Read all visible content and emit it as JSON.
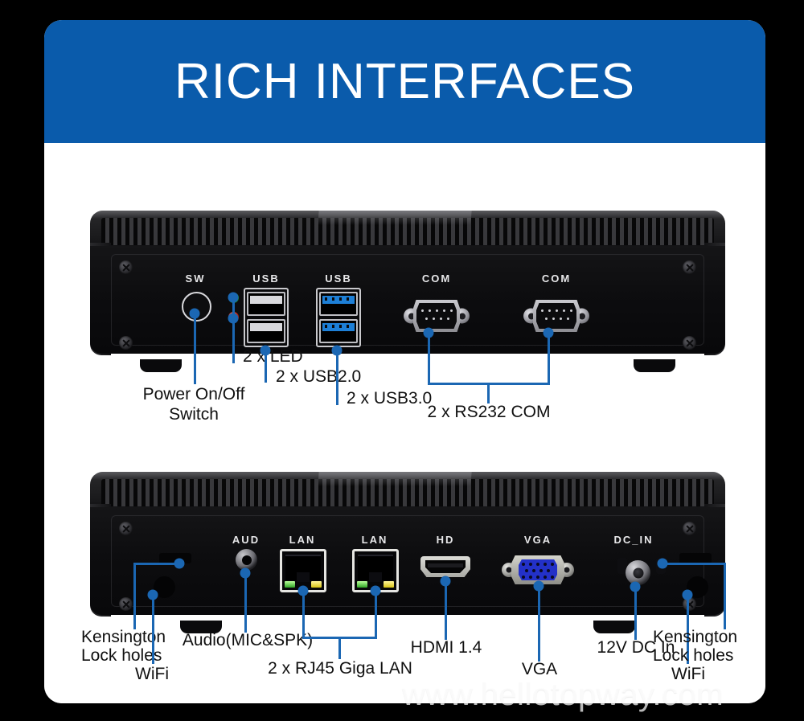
{
  "page": {
    "background_color": "#000000",
    "card_background": "#ffffff",
    "accent_color": "#0a5bab",
    "callout_color": "#1b67b3"
  },
  "header": {
    "title": "RICH INTERFACES",
    "background_color": "#0a5bab",
    "text_color": "#ffffff"
  },
  "watermark": {
    "text": "www.hellotopway.com"
  },
  "front_panel": {
    "name": "front-panel",
    "port_labels": [
      {
        "id": "sw",
        "text": "SW"
      },
      {
        "id": "usb2",
        "text": "USB"
      },
      {
        "id": "usb3",
        "text": "USB"
      },
      {
        "id": "com1",
        "text": "COM"
      },
      {
        "id": "com2",
        "text": "COM"
      }
    ],
    "callouts": [
      {
        "id": "power-switch",
        "text": "Power On/Off\nSwitch",
        "line1": "Power On/Off",
        "line2": "Switch"
      },
      {
        "id": "led",
        "text": "2 x LED"
      },
      {
        "id": "usb20",
        "text": "2 x USB2.0"
      },
      {
        "id": "usb30",
        "text": "2 x USB3.0"
      },
      {
        "id": "rs232",
        "text": "2 x RS232 COM"
      }
    ]
  },
  "rear_panel": {
    "name": "rear-panel",
    "port_labels": [
      {
        "id": "aud",
        "text": "AUD"
      },
      {
        "id": "lan1",
        "text": "LAN"
      },
      {
        "id": "lan2",
        "text": "LAN"
      },
      {
        "id": "hd",
        "text": "HD"
      },
      {
        "id": "vga",
        "text": "VGA"
      },
      {
        "id": "dcin",
        "text": "DC_IN"
      }
    ],
    "callouts": [
      {
        "id": "kensington-left",
        "line1": "Kensington",
        "line2": "Lock holes"
      },
      {
        "id": "wifi-left",
        "text": "WiFi"
      },
      {
        "id": "audio",
        "text": "Audio(MIC&SPK)"
      },
      {
        "id": "lan",
        "text": "2 x RJ45 Giga LAN"
      },
      {
        "id": "hdmi",
        "text": "HDMI 1.4"
      },
      {
        "id": "vga",
        "text": "VGA"
      },
      {
        "id": "dc-in",
        "text": "12V DC In"
      },
      {
        "id": "wifi-right",
        "text": "WiFi"
      },
      {
        "id": "kensington-right",
        "line1": "Kensington",
        "line2": "Lock holes"
      }
    ]
  }
}
